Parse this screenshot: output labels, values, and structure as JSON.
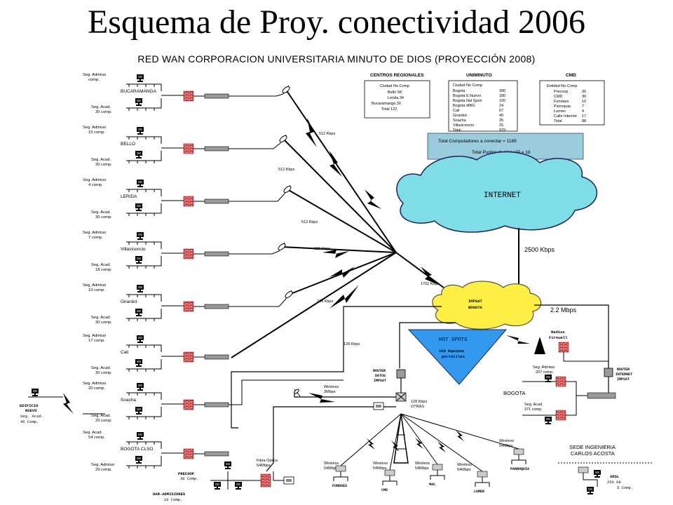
{
  "title": "Esquema de Proy. conectividad 2006",
  "subtitle": "RED WAN CORPORACION UNIVERSITARIA MINUTO DE DIOS (PROYECCIÓN 2008)",
  "colors": {
    "firewall": "#cc2222",
    "cloud": "#7fdde8",
    "impsat": "#ffee44",
    "hotspot": "#3399ee",
    "summary": "#99ccdd",
    "router": "#9a9a9a"
  },
  "tables": {
    "centros": {
      "heading": "CENTROS REGIONALES",
      "header": [
        "Ciudad",
        "No Comp"
      ],
      "rows": [
        [
          "Bello",
          "58"
        ],
        [
          "Lerida",
          "34"
        ],
        [
          "Bucaramanga",
          "30"
        ],
        [
          "Total",
          "122"
        ]
      ]
    },
    "uniminuto": {
      "heading": "UNIMINUTO",
      "header": [
        "Ciudad",
        "No Comp"
      ],
      "rows": [
        [
          "Bogota",
          "396"
        ],
        [
          "Bogota E.Nuevo",
          "180"
        ],
        [
          "Bogota Nal Spoir",
          "100"
        ],
        [
          "Bogota dIBG",
          "24"
        ],
        [
          "Cali",
          "67"
        ],
        [
          "Girardot",
          "40"
        ],
        [
          "Soacha",
          "35"
        ],
        [
          "Villavicencio",
          "25"
        ],
        [
          "Total",
          "979"
        ]
      ]
    },
    "cmd": {
      "heading": "CMD",
      "header": [
        "Entidad",
        "No Comp"
      ],
      "rows": [
        [
          "Precoop",
          "30"
        ],
        [
          "CMD",
          "30"
        ],
        [
          "Fundaes",
          "10"
        ],
        [
          "Parroquia",
          "7"
        ],
        [
          "Lumen",
          "4"
        ],
        [
          "Calle Internet",
          "17"
        ],
        [
          "Total",
          "88"
        ]
      ]
    }
  },
  "summary": {
    "line1": "Total Computadores a conectar = 1189",
    "line2": "Total Puntos de Voz / IP = 18"
  },
  "internet_label": "INTERNET",
  "impsat_label": "IMPSAT BOGOTA",
  "hotspot": {
    "title": "HOT SPOTS",
    "line1": "100 Equipos",
    "line2": "portátiles"
  },
  "speeds": {
    "internet": "2500 Kbps",
    "impsat_right": "2.2 Mbps",
    "trunk": "1762 Kbps",
    "bucaramanga": "512 Kbps",
    "bello": "512 Kbps",
    "lerida": "512 Kbps",
    "villavicencio": "128 Kbps",
    "girardot": "128 Kbps",
    "cali": "128 Kbps",
    "otras": "128 Kbps OTRAS",
    "wireless_3": "Wireless 3Mbps",
    "fibra": "Fibra Optica 54Mbps"
  },
  "sites": [
    {
      "name": "BUCARAMANGA",
      "adm": "Seg. Admtuo comp.",
      "acad": "Seg. Acad. 30 comp."
    },
    {
      "name": "BELLO",
      "adm": "Seg. Admtuo 15 comp.",
      "acad": "Seg. Acad. 30 comp."
    },
    {
      "name": "LERIDA",
      "adm": "Seg. Admtuo 4 comp.",
      "acad": "Seg. Acad. 30 comp."
    },
    {
      "name": "Villavicencio",
      "adm": "Seg. Admtuo 7 comp.",
      "acad": "Seg. Acad. 18 comp."
    },
    {
      "name": "Girardot",
      "adm": "Seg. Admtuo 10 comp.",
      "acad": "Seg. Acad. 30 comp."
    },
    {
      "name": "Cali",
      "adm": "Seg. Admtuo 17 comp.",
      "acad": "Seg. Acad. 30 comp."
    },
    {
      "name": "Soacha",
      "adm": "Seg. Admtuo 20 comp.",
      "acad": "Seg. Acad. 20 comp."
    },
    {
      "name": "BOGOTA CLSO",
      "adm": "Seg. Acad. 54 comp.",
      "acad": "Seg. Admtuo 29 comp."
    }
  ],
  "edificio": {
    "line1": "EDIFICIO",
    "line2": "NUEVO",
    "line3": "Seg. Acad.",
    "line4": "45 Comp."
  },
  "precoop": {
    "line1": "PRECOOP",
    "line2": "30 Comp."
  },
  "dar": {
    "line1": "DAR-ADMISIONES",
    "line2": "10 Comp."
  },
  "router_datos": {
    "line1": "ROUTER",
    "line2": "DATOS",
    "line3": "IMPSAT"
  },
  "router_internet": {
    "line1": "ROUTER",
    "line2": "INTERNET",
    "line3": "IMPSAT"
  },
  "radius": {
    "line1": "Radius",
    "line2": "Firewall"
  },
  "bogota": {
    "name": "BOGOTA",
    "adm": "Seg. Admtuo 207 comp.",
    "acad": "Seg. Acad. 371 comp."
  },
  "bottom_sites": [
    {
      "name": "FUNDAES",
      "link": "Wireless 54Mbps"
    },
    {
      "name": "CMD",
      "link": "Wireless 54Mbps"
    },
    {
      "name": "MAC",
      "link": "Wireless 54Mbps"
    },
    {
      "name": "LUMEN",
      "link": "Wireless 54Mbps"
    },
    {
      "name": "PARROQUIA",
      "link": "Wireless 54Mbps"
    }
  ],
  "ingenieria": {
    "line1": "SEDE INGENIERIA",
    "line2": "CARLOS ACOSTA",
    "adsl": "ADSL",
    "speed": "256 Kb",
    "comp": "5 Comp."
  }
}
